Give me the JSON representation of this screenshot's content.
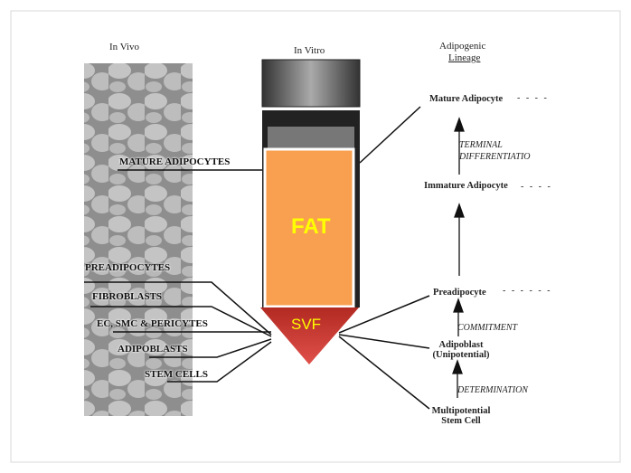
{
  "headers": {
    "in_vivo": "In Vivo",
    "in_vitro": "In Vitro",
    "lineage_title": "Adipogenic",
    "lineage_sub": "Lineage"
  },
  "in_vivo_labels": [
    "MATURE ADIPOCYTES",
    "PREADIPOCYTES",
    "FIBROBLASTS",
    "EC, SMC & PERICYTES",
    "ADIPOBLASTS",
    "STEM CELLS"
  ],
  "tube": {
    "fat": "FAT",
    "svf": "SVF",
    "fat_color": "#f8a050",
    "svf_color": "#c83c32",
    "text_color": "#ffff00"
  },
  "lineage": {
    "nodes": [
      "Mature Adipocyte",
      "Immature Adipocyte",
      "Preadipocyte",
      "Adipoblast",
      "(Unipotential)",
      "Multipotential",
      "Stem Cell"
    ],
    "steps": [
      "TERMINAL",
      "DIFFERENTIATIO",
      "COMMITMENT",
      "DETERMINATION"
    ],
    "dashes": [
      "- - - -",
      "- - - -",
      "- - - - - -"
    ]
  }
}
